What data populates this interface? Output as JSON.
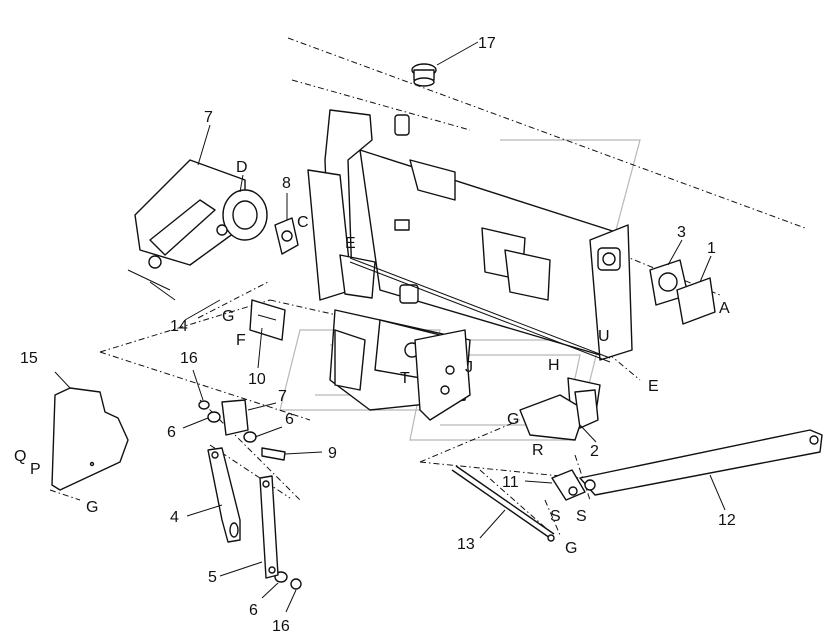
{
  "diagram": {
    "labels": [
      {
        "id": "l17",
        "text": "17"
      },
      {
        "id": "l7a",
        "text": "7"
      },
      {
        "id": "lD",
        "text": "D"
      },
      {
        "id": "l8",
        "text": "8"
      },
      {
        "id": "lC",
        "text": "C"
      },
      {
        "id": "lE1",
        "text": "E"
      },
      {
        "id": "l3",
        "text": "3"
      },
      {
        "id": "l1",
        "text": "1"
      },
      {
        "id": "lA",
        "text": "A"
      },
      {
        "id": "l14",
        "text": "14"
      },
      {
        "id": "lG1",
        "text": "G"
      },
      {
        "id": "lF",
        "text": "F"
      },
      {
        "id": "l15",
        "text": "15"
      },
      {
        "id": "l16a",
        "text": "16"
      },
      {
        "id": "l10",
        "text": "10"
      },
      {
        "id": "l7b",
        "text": "7"
      },
      {
        "id": "l6a",
        "text": "6"
      },
      {
        "id": "l6b",
        "text": "6"
      },
      {
        "id": "lQ",
        "text": "Q"
      },
      {
        "id": "lP",
        "text": "P"
      },
      {
        "id": "lG2",
        "text": "G"
      },
      {
        "id": "l9",
        "text": "9"
      },
      {
        "id": "lT",
        "text": "T"
      },
      {
        "id": "lJ",
        "text": "J"
      },
      {
        "id": "lU",
        "text": "U"
      },
      {
        "id": "lH",
        "text": "H"
      },
      {
        "id": "lE2",
        "text": "E"
      },
      {
        "id": "lG3",
        "text": "G"
      },
      {
        "id": "lR",
        "text": "R"
      },
      {
        "id": "l2",
        "text": "2"
      },
      {
        "id": "l11",
        "text": "11"
      },
      {
        "id": "lS1",
        "text": "S"
      },
      {
        "id": "lS2",
        "text": "S"
      },
      {
        "id": "l12",
        "text": "12"
      },
      {
        "id": "l4",
        "text": "4"
      },
      {
        "id": "l13",
        "text": "13"
      },
      {
        "id": "lG4",
        "text": "G"
      },
      {
        "id": "l5",
        "text": "5"
      },
      {
        "id": "l6c",
        "text": "6"
      },
      {
        "id": "l16b",
        "text": "16"
      }
    ]
  }
}
